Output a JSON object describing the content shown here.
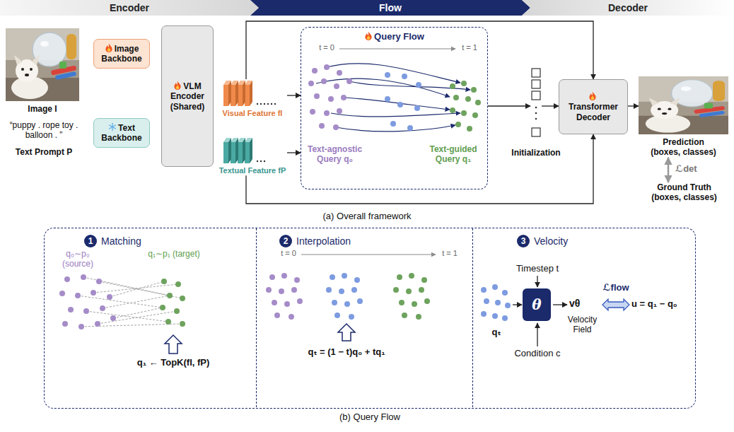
{
  "diagram": {
    "nodes": [
      {
        "text": [
          "Encoder"
        ]
      },
      {
        "text": [
          "Flow"
        ]
      },
      {
        "text": [
          "Decoder"
        ]
      },
      {
        "text": [
          "Image I"
        ]
      },
      {
        "text": [
          "Image Backbone"
        ]
      },
      {
        "text": [
          "Text Backbone"
        ]
      },
      {
        "text": [
          "VLM Encoder (Shared)"
        ]
      },
      {
        "text": [
          "Visual Feature fI"
        ]
      },
      {
        "text": [
          "Textual Feature fP"
        ]
      },
      {
        "text": [
          "Query Flow"
        ]
      },
      {
        "text": [
          "Initialization"
        ]
      },
      {
        "text": [
          "Transformer Decoder"
        ]
      },
      {
        "text": [
          "Prediction (boxes, classes)"
        ]
      },
      {
        "text": [
          "Ground Truth (boxes, classes)"
        ]
      },
      {
        "text": [
          "(b) Query Flow"
        ]
      },
      {
        "text": [
          "1",
          "Matching"
        ],
        "in": 14
      },
      {
        "text": [
          "2",
          "Interpolation"
        ],
        "in": 14
      },
      {
        "text": [
          "3",
          "Velocity"
        ],
        "in": 14
      },
      {
        "text": [
          "θ"
        ],
        "in": 17
      }
    ],
    "edges": [
      {
        "from": 7,
        "to": 9,
        "arrow": "to"
      },
      {
        "from": 8,
        "to": 9,
        "arrow": "to"
      },
      {
        "from": 7,
        "to": 11,
        "arrow": "to"
      },
      {
        "from": 8,
        "to": 11,
        "arrow": "to"
      },
      {
        "from": 9,
        "to": 10,
        "arrow": "to"
      },
      {
        "from": 10,
        "to": 11,
        "arrow": "to"
      },
      {
        "from": 11,
        "to": 12,
        "arrow": "to"
      },
      {
        "from": 12,
        "to": 13,
        "label": "ℒdet",
        "arrow": "both"
      }
    ],
    "labels": [
      "“puppy . rope toy . balloon . ”",
      "Text Prompt P",
      "t = 0",
      "t = 1",
      "Text-agnostic Query q₀",
      "Text-guided Query q₁",
      "(a) Overall framework",
      "q₀∼p₀ (source)",
      "q₁∼p₁ (target)",
      "q₁ ← TopK(fI, fP)",
      "t = 0",
      "t = 1",
      "qₜ = (1 − t)q₀ + tq₁",
      "Timestep t",
      "qₜ",
      "vθ",
      "Velocity Field",
      "ℒflow",
      "u = q₁ − q₀",
      "Condition c"
    ]
  }
}
